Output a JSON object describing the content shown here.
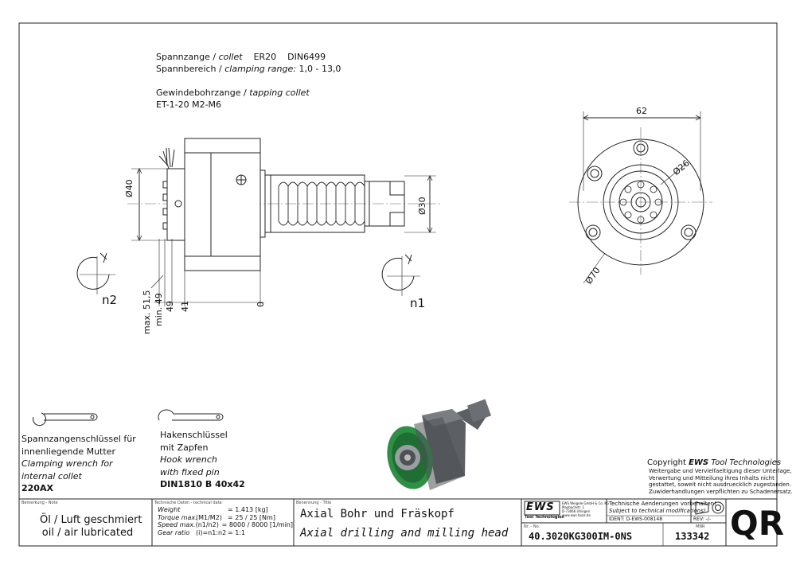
{
  "spec": {
    "line1": {
      "de": "Spannzange /",
      "en": "collet",
      "val": "ER20",
      "std": "DIN6499"
    },
    "line2": {
      "de": "Spannbereich /",
      "en": "clamping range:",
      "val": "1,0 - 13,0"
    },
    "line3": {
      "de": "Gewindebohrzange /",
      "en": "tapping collet"
    },
    "line4": {
      "val": "ET-1-20   M2-M6"
    }
  },
  "dims": {
    "d40": "Ø40",
    "d30": "Ø30",
    "d62": "62",
    "d26": "Ø26",
    "d70": "Ø70",
    "max": "max. 51,5",
    "min": "min. 49",
    "v49": "49",
    "v41": "41",
    "v0": "0",
    "n1": "n1",
    "n2": "n2"
  },
  "wrench1": {
    "de1": "Spannzangenschlüssel für",
    "de2": "innenliegende Mutter",
    "en1": "Clamping wrench for",
    "en2": "internal collet",
    "code": "220AX"
  },
  "wrench2": {
    "de1": "Hakenschlüssel",
    "de2": "mit Zapfen",
    "en1": "Hook wrench",
    "en2": "with fixed pin",
    "code": "DIN1810 B 40x42"
  },
  "copyright": {
    "prefix": "Copyright",
    "brand": "EWS",
    "suffix": "Tool Technologies",
    "l1": "Weitergabe und Vervielfaeltigung dieser Unterlage,",
    "l2": "Verwertung und Mitteilung ihres Inhalts nicht",
    "l3": "gestattet, soweit nicht ausdruecklich zugestanden.",
    "l4": "Zuwiderhandlungen verpflichten zu Schadenersatz."
  },
  "titleblock": {
    "remark_hdr": "Bemerkung - Note",
    "remark1": "Öl / Luft geschmiert",
    "remark2": "oil / air lubricated",
    "tech_hdr": "Technische Daten - technical data",
    "tech": [
      {
        "label": "Weight",
        "unit": "",
        "val": "= 1.413 [kg]"
      },
      {
        "label": "Torque max.",
        "unit": "(M1/M2)",
        "val": "= 25 / 25 [Nm]"
      },
      {
        "label": "Speed max.",
        "unit": "(n1/n2)",
        "val": "= 8000 / 8000 [1/min]"
      },
      {
        "label": "Gear ratio",
        "unit": "(i)=n1:n2",
        "val": "= 1:1"
      }
    ],
    "title_hdr": "Benennung - Title",
    "title_de": "Axial Bohr und Fräskopf",
    "title_en": "Axial drilling and milling head",
    "logo": "EWS",
    "logo_sub": "Tool Technologies",
    "addr1": "EWS Weigele GmbH & Co. KG",
    "addr2": "Maybachstr. 1",
    "addr3": "D-73066 Uhingen",
    "addr4": "www.ews-tools.de",
    "change_de": "Technische Aenderungen vorbehalten!",
    "change_en": "Subject to technical modifications!",
    "ident_label": "IDENT:",
    "ident": "D-EWS-008148",
    "rev_label": "REV:",
    "rev": "-/-",
    "nr_hdr": "Nr. - No.",
    "part_no": "40.3020KG300IM-0NS",
    "mnr_hdr": "MNR",
    "mnr": "133342",
    "qr": "QR"
  }
}
